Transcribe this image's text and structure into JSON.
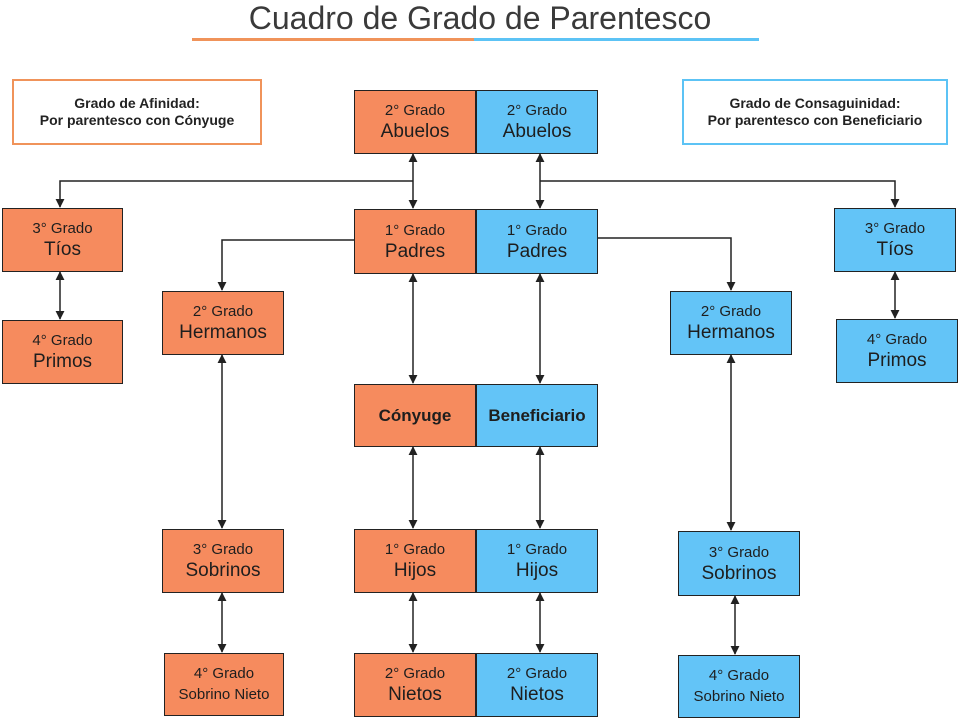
{
  "title": "Cuadro de Grado de Parentesco",
  "colors": {
    "affinity": "#f68b5e",
    "consanguinity": "#63c4f7",
    "affinity_border": "#f0935a",
    "consanguinity_border": "#5cc3f5"
  },
  "legend": {
    "affinity": {
      "line1": "Grado de Afinidad:",
      "line2": "Por parentesco con Cónyuge"
    },
    "consanguinity": {
      "line1": "Grado de Consaguinidad:",
      "line2": "Por parentesco con Beneficiario"
    }
  },
  "nodes": {
    "abuelos_o": {
      "grade": "2° Grado",
      "label": "Abuelos"
    },
    "abuelos_b": {
      "grade": "2° Grado",
      "label": "Abuelos"
    },
    "padres_o": {
      "grade": "1° Grado",
      "label": "Padres"
    },
    "padres_b": {
      "grade": "1° Grado",
      "label": "Padres"
    },
    "tios_o": {
      "grade": "3° Grado",
      "label": "Tíos"
    },
    "tios_b": {
      "grade": "3° Grado",
      "label": "Tíos"
    },
    "primos_o": {
      "grade": "4° Grado",
      "label": "Primos"
    },
    "primos_b": {
      "grade": "4° Grado",
      "label": "Primos"
    },
    "hermanos_o": {
      "grade": "2° Grado",
      "label": "Hermanos"
    },
    "hermanos_b": {
      "grade": "2° Grado",
      "label": "Hermanos"
    },
    "conyuge": {
      "label": "Cónyuge"
    },
    "beneficiario": {
      "label": "Beneficiario"
    },
    "sobrinos_o": {
      "grade": "3° Grado",
      "label": "Sobrinos"
    },
    "sobrinos_b": {
      "grade": "3° Grado",
      "label": "Sobrinos"
    },
    "hijos_o": {
      "grade": "1° Grado",
      "label": "Hijos"
    },
    "hijos_b": {
      "grade": "1° Grado",
      "label": "Hijos"
    },
    "nietos_o": {
      "grade": "2° Grado",
      "label": "Nietos"
    },
    "nietos_b": {
      "grade": "2° Grado",
      "label": "Nietos"
    },
    "sobrino_nieto_o": {
      "grade": "4° Grado",
      "label": "Sobrino Nieto"
    },
    "sobrino_nieto_b": {
      "grade": "4° Grado",
      "label": "Sobrino Nieto"
    }
  }
}
